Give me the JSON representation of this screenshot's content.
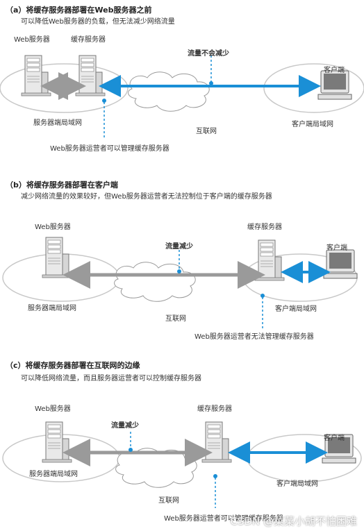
{
  "panel_a": {
    "title": "（a）将缓存服务器部署在Web服务器之前",
    "subtitle": "可以降低Web服务器的负载，但无法减少网络流量",
    "web_server": "Web服务器",
    "cache_server": "缓存服务器",
    "client": "客户端",
    "traffic": "流量不会减少",
    "server_lan": "服务器端局域网",
    "client_lan": "客户端局域网",
    "internet": "互联网",
    "note": "Web服务器运营者可以管理缓存服务器"
  },
  "panel_b": {
    "title": "（b）将缓存服务器部署在客户端",
    "subtitle": "减少网络流量的效果较好，但Web服务器运营者无法控制位于客户端的缓存服务器",
    "web_server": "Web服务器",
    "cache_server": "缓存服务器",
    "client": "客户端",
    "traffic": "流量减少",
    "server_lan": "服务器端局域网",
    "client_lan": "客户端局域网",
    "internet": "互联网",
    "note": "Web服务器运营者无法管理缓存服务器"
  },
  "panel_c": {
    "title": "（c）将缓存服务器部署在互联网的边缘",
    "subtitle": "可以降低网络流量，而且服务器运营者可以控制缓存服务器",
    "web_server": "Web服务器",
    "cache_server": "缓存服务器",
    "client": "客户端",
    "traffic": "流量减少",
    "server_lan": "服务器端局域网",
    "client_lan": "客户端局域网",
    "internet": "互联网",
    "note": "Web服务器运营者可以管理缓存服务器"
  },
  "watermark": "CSDN @菜菜小胡不怕困难",
  "colors": {
    "accent": "#1a8fd6",
    "gray_arrow": "#9a9a9a",
    "ellipse": "#c8c8c8"
  }
}
